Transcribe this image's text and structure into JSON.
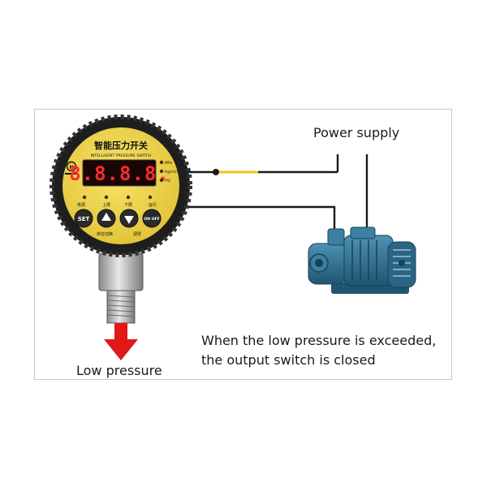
{
  "labels": {
    "power_supply": "Power supply",
    "low_pressure": "Low pressure",
    "note_line1": "When the low pressure is exceeded,",
    "note_line2": "the output switch is closed"
  },
  "gauge": {
    "title_cn": "智能压力开关",
    "subtitle": "INTELLIGENT PRESSURE SWITCH",
    "display": "8.8.8.8.",
    "units": [
      "MPa",
      "Kg/cm²",
      "PSI"
    ],
    "indicators": [
      "电源",
      "上限",
      "下限",
      "运行"
    ],
    "buttons": [
      "SET",
      "ON OFF"
    ],
    "bottom_labels": [
      "单位切换",
      "调零"
    ]
  },
  "colors": {
    "gauge_face": "#f2d94a",
    "gauge_ring": "#1e1e1e",
    "display_red": "#ff2a2a",
    "wire_yellow": "#f2c21a",
    "pump_blue": "#2e6f8e",
    "arrow_red": "#e01818"
  }
}
